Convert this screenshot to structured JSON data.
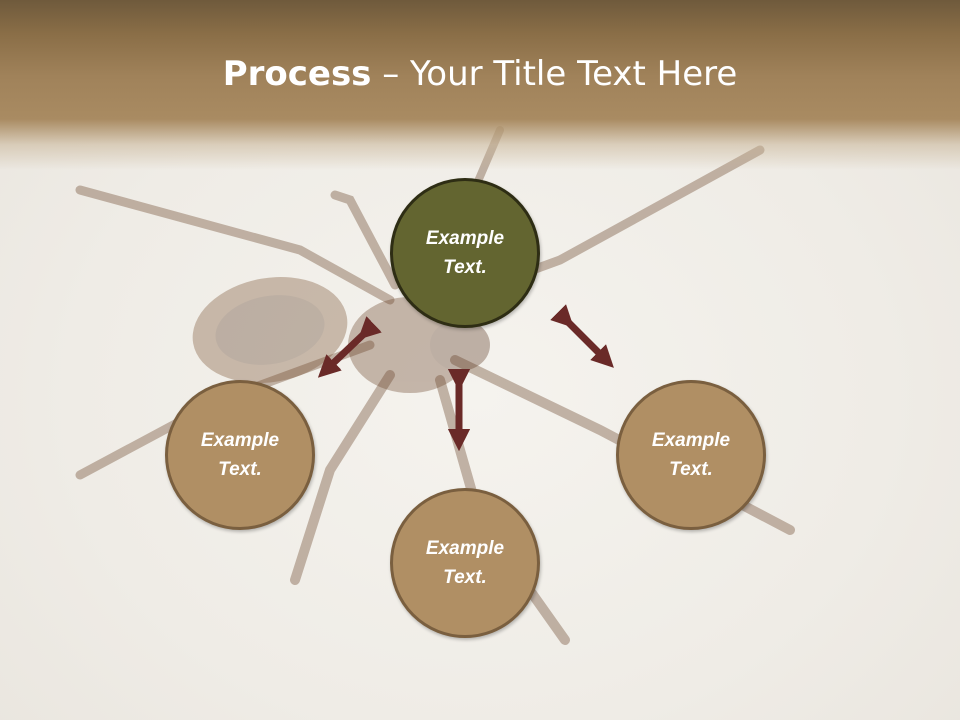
{
  "title": {
    "bold": "Process",
    "rest": " – Your Title Text Here"
  },
  "nodes": {
    "center": {
      "line1": "Example",
      "line2": "Text."
    },
    "left": {
      "line1": "Example",
      "line2": "Text."
    },
    "bottom": {
      "line1": "Example",
      "line2": "Text."
    },
    "right": {
      "line1": "Example",
      "line2": "Text."
    }
  },
  "colors": {
    "title_bar": "#a0825a",
    "center_node": "#636530",
    "outer_node": "#b08f64",
    "arrow": "#6a2a28"
  }
}
